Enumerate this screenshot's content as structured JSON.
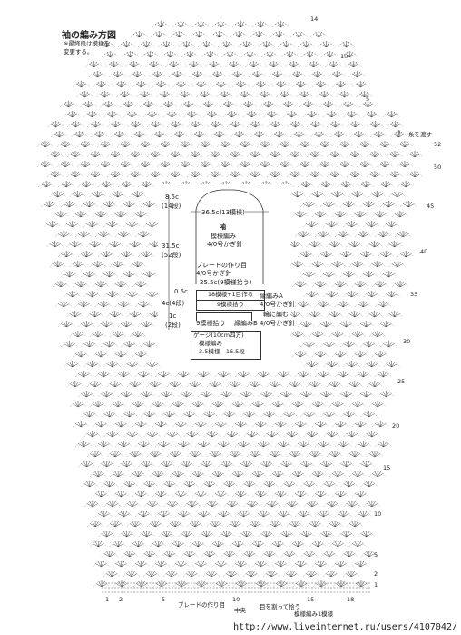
{
  "header": {
    "title": "袖の編み方図",
    "note": "※最終段は模様を\n変更する。"
  },
  "schematic": {
    "top_width": "36.5c(13模様)",
    "part_name": "袖",
    "pattern_name": "模様編み",
    "hook_main": "4/0号かぎ針",
    "cap_height": "8.5c",
    "cap_rows": "(14段)",
    "body_height": "31.5c",
    "body_rows": "(52段)",
    "inc_label": "0.5c",
    "edge_height": "4c(4段)",
    "edge_small": "1c",
    "edge_small_rows": "(2段)",
    "braid_title": "ブレードの作り目",
    "braid_hook": "4/0号かぎ針",
    "braid_width": "25.5c(9模様拾う)",
    "row_inc": "18模様+1目作る",
    "row_pick": "9模様拾う",
    "edge_a": "縁編みA",
    "edge_a_hook": "4/0号かぎ針",
    "edge_join": "輪に編む",
    "row_pick2": "9模様拾う",
    "edge_b": "縁編みB 4/0号かぎ針",
    "gauge_title": "ゲージ(10cm四方)",
    "gauge_pattern": "模様編み",
    "gauge_values": "3.5模様　16.5段"
  },
  "row_labels": [
    "14",
    "10",
    "5",
    "1",
    "糸を渡す",
    "52",
    "50",
    "45",
    "40",
    "35",
    "30",
    "25",
    "20",
    "15",
    "10",
    "5",
    "2",
    "1"
  ],
  "bottom_labels": {
    "n1": "1",
    "n2": "2",
    "n5": "5",
    "braid": "ブレードの作り目",
    "n10": "10",
    "center": "中央",
    "pick": "目を割って拾う",
    "n15": "15",
    "n18": "18",
    "pattern1": "模様編み1模様"
  },
  "watermark": "http://www.liveinternet.ru/users/4107042/"
}
